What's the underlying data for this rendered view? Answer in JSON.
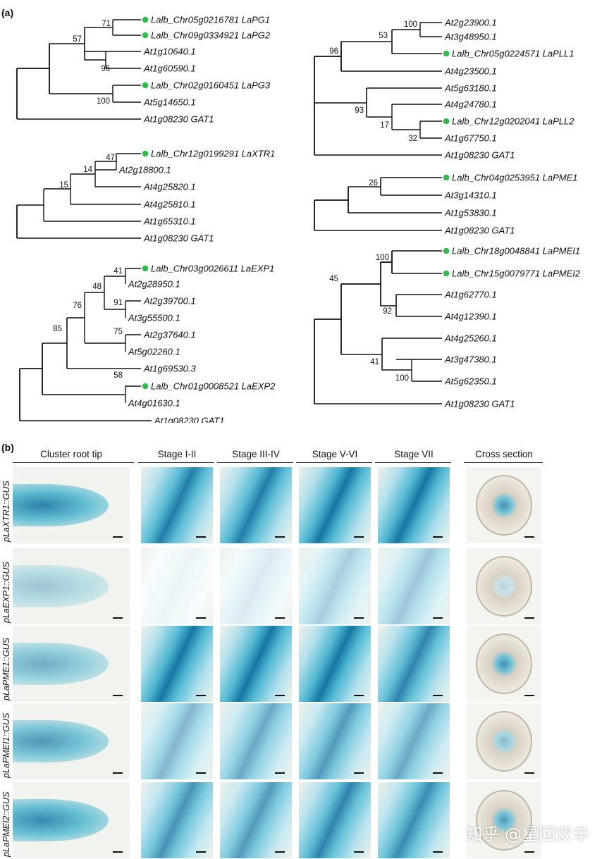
{
  "panel_a": {
    "label": "(a)"
  },
  "panel_b": {
    "label": "(b)"
  },
  "colors": {
    "marker": "#2dbb4a",
    "gus_blue": "#1aa3c4",
    "line": "#111111"
  },
  "trees": [
    {
      "id": "tree-pg",
      "leaves": [
        {
          "text": "Lalb_Chr05g0216781  LaPG1",
          "marked": true
        },
        {
          "text": "Lalb_Chr09g0334921  LaPG2",
          "marked": true
        },
        {
          "text": "At1g10640.1",
          "marked": false
        },
        {
          "text": "At1g60590.1",
          "marked": false
        },
        {
          "text": "Lalb_Chr02g0160451  LaPG3",
          "marked": true
        },
        {
          "text": "At5g14650.1",
          "marked": false
        },
        {
          "text": "At1g08230  GAT1",
          "marked": false
        }
      ],
      "bootstraps": [
        "71",
        "57",
        "96",
        "100"
      ]
    },
    {
      "id": "tree-xtr",
      "leaves": [
        {
          "text": "Lalb_Chr12g0199291  LaXTR1",
          "marked": true
        },
        {
          "text": "At2g18800.1",
          "marked": false
        },
        {
          "text": "At4g25820.1",
          "marked": false
        },
        {
          "text": "At4g25810.1",
          "marked": false
        },
        {
          "text": "At1g65310.1",
          "marked": false
        },
        {
          "text": "At1g08230  GAT1",
          "marked": false
        }
      ],
      "bootstraps": [
        "47",
        "14",
        "15"
      ]
    },
    {
      "id": "tree-exp",
      "leaves": [
        {
          "text": "Lalb_Chr03g0026611  LaEXP1",
          "marked": true
        },
        {
          "text": "At2g28950.1",
          "marked": false
        },
        {
          "text": "At2g39700.1",
          "marked": false
        },
        {
          "text": "At3g55500.1",
          "marked": false
        },
        {
          "text": "At2g37640.1",
          "marked": false
        },
        {
          "text": "At5g02260.1",
          "marked": false
        },
        {
          "text": "At1g69530.3",
          "marked": false
        },
        {
          "text": "Lalb_Chr01g0008521  LaEXP2",
          "marked": true
        },
        {
          "text": "At4g01630.1",
          "marked": false
        },
        {
          "text": "At1g08230  GAT1",
          "marked": false
        }
      ],
      "bootstraps": [
        "41",
        "48",
        "91",
        "76",
        "75",
        "85",
        "58"
      ]
    },
    {
      "id": "tree-pll",
      "leaves": [
        {
          "text": "At2g23900.1",
          "marked": false
        },
        {
          "text": "At3g48950.1",
          "marked": false
        },
        {
          "text": "Lalb_Chr05g0224571  LaPLL1",
          "marked": true
        },
        {
          "text": "At4g23500.1",
          "marked": false
        },
        {
          "text": "At5g63180.1",
          "marked": false
        },
        {
          "text": "At4g24780.1",
          "marked": false
        },
        {
          "text": "Lalb_Chr12g0202041  LaPLL2",
          "marked": true
        },
        {
          "text": "At1g67750.1",
          "marked": false
        },
        {
          "text": "At1g08230  GAT1",
          "marked": false
        }
      ],
      "bootstraps": [
        "100",
        "53",
        "96",
        "93",
        "17",
        "32"
      ]
    },
    {
      "id": "tree-pme",
      "leaves": [
        {
          "text": "Lalb_Chr04g0253951  LaPME1",
          "marked": true
        },
        {
          "text": "At3g14310.1",
          "marked": false
        },
        {
          "text": "At1g53830.1",
          "marked": false
        },
        {
          "text": "At1g08230  GAT1",
          "marked": false
        }
      ],
      "bootstraps": [
        "26"
      ]
    },
    {
      "id": "tree-pmei",
      "leaves": [
        {
          "text": "Lalb_Chr18g0048841  LaPMEI1",
          "marked": true
        },
        {
          "text": "Lalb_Chr15g0079771  LaPMEI2",
          "marked": true
        },
        {
          "text": "At1g62770.1",
          "marked": false
        },
        {
          "text": "At4g12390.1",
          "marked": false
        },
        {
          "text": "At4g25260.1",
          "marked": false
        },
        {
          "text": "At3g47380.1",
          "marked": false
        },
        {
          "text": "At5g62350.1",
          "marked": false
        },
        {
          "text": "At1g08230  GAT1",
          "marked": false
        }
      ],
      "bootstraps": [
        "100",
        "45",
        "92",
        "41",
        "100"
      ]
    }
  ],
  "grid": {
    "columns": [
      "Cluster root tip",
      "Stage I-II",
      "Stage III-IV",
      "Stage V-VI",
      "Stage VII",
      "Cross section"
    ],
    "rows": [
      {
        "label": "pLaXTR1::GUS",
        "intensity": [
          0.85,
          0.9,
          0.9,
          0.95,
          0.95,
          0.75
        ]
      },
      {
        "label": "pLaEXP1::GUS",
        "intensity": [
          0.35,
          0.08,
          0.15,
          0.35,
          0.4,
          0.25
        ]
      },
      {
        "label": "pLaPME1::GUS",
        "intensity": [
          0.55,
          0.95,
          0.95,
          0.95,
          0.85,
          0.75
        ]
      },
      {
        "label": "pLaPMEI1::GUS",
        "intensity": [
          0.7,
          0.5,
          0.6,
          0.7,
          0.6,
          0.45
        ]
      },
      {
        "label": "pLaPMEI2::GUS",
        "intensity": [
          0.8,
          0.75,
          0.7,
          0.85,
          0.8,
          0.7
        ]
      }
    ]
  },
  "watermark": "知乎 @星回双辛"
}
